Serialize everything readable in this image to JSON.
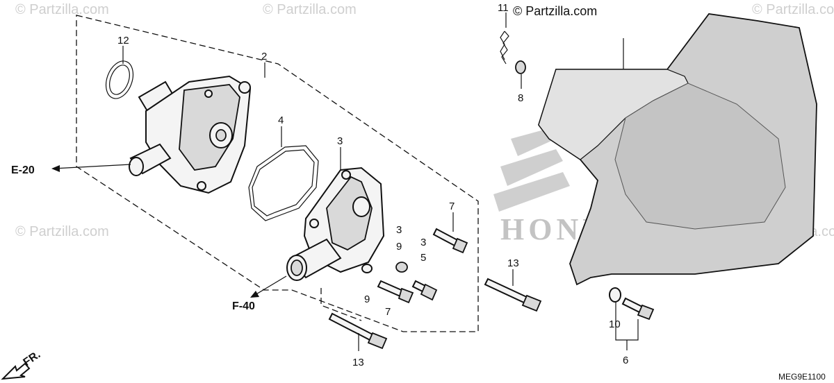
{
  "watermark": {
    "text": "© Partzilla.com",
    "site_label": "© Partzilla.com"
  },
  "diagram_code": "MEG9E1100",
  "front_label": "FR.",
  "ref_labels": {
    "e20": "E-20",
    "f40": "F-40"
  },
  "callouts": {
    "c12": "12",
    "c2": "2",
    "c4": "4",
    "c3_housing": "3",
    "c7_top": "7",
    "c3_left": "3",
    "c9_left": "9",
    "c3_right": "3",
    "c5": "5",
    "c9_bottom": "9",
    "c7_bottom": "7",
    "c13_right": "13",
    "c13_bottom": "13",
    "c11": "11",
    "c8": "8",
    "c10": "10",
    "c6": "6"
  },
  "brand_text": "HONDA"
}
